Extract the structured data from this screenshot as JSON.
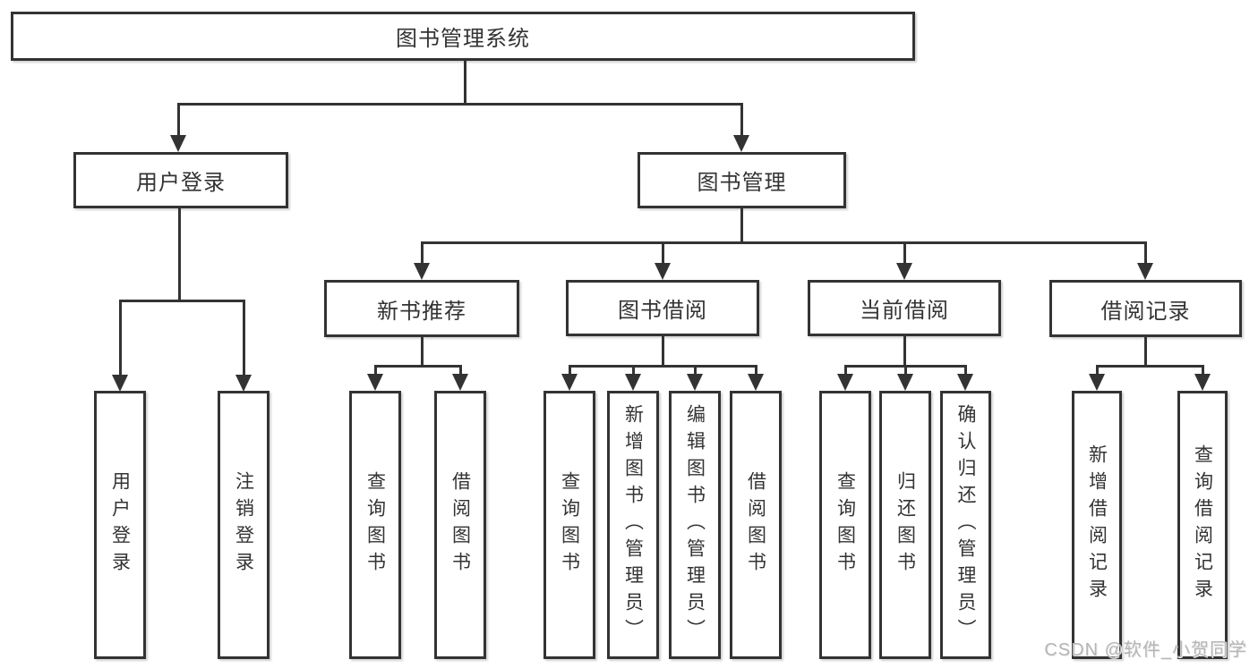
{
  "root": "图书管理系统",
  "level2": [
    "用户登录",
    "图书管理"
  ],
  "level3": [
    "新书推荐",
    "图书借阅",
    "当前借阅",
    "借阅记录"
  ],
  "leaves": [
    "用户登录",
    "注销登录",
    "查询图书",
    "借阅图书",
    "查询图书",
    "新增图书（管理员）",
    "编辑图书（管理员）",
    "借阅图书",
    "查询图书",
    "归还图书",
    "确认归还（管理员）",
    "新增借阅记录",
    "查询借阅记录"
  ],
  "watermark": "CSDN @软件_小贺同学",
  "colors": {
    "line": "#333333",
    "box_border": "#333333",
    "text": "#333333",
    "background": "#ffffff",
    "watermark": "#b5b5b5"
  }
}
